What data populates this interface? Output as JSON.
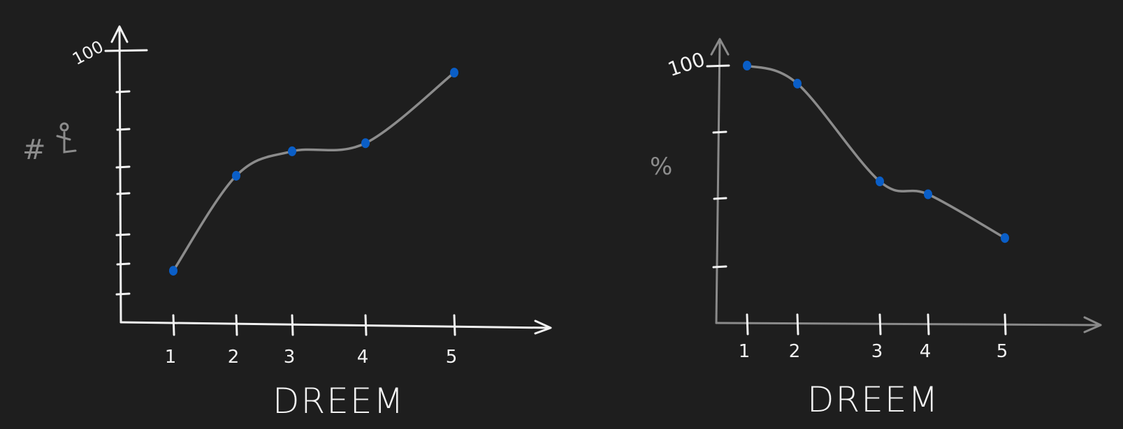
{
  "chart_data": [
    {
      "type": "line",
      "xlabel": "DREEM",
      "ylabel": "#",
      "ytop_label": "100",
      "categories": [
        "1",
        "2",
        "3",
        "4",
        "5"
      ],
      "ylim": [
        0,
        100
      ],
      "series": [
        {
          "values": [
            19,
            54,
            63,
            66,
            92
          ]
        }
      ],
      "grid": false,
      "colors": {
        "line": "#8c8c8c",
        "point": "#0a5ec7",
        "axis": "#f2f2f2",
        "background": "#1e1e1e"
      }
    },
    {
      "type": "line",
      "xlabel": "DREEM",
      "ylabel": "%",
      "ytop_label": "100",
      "categories": [
        "1",
        "2",
        "3",
        "4",
        "5"
      ],
      "ylim": [
        0,
        100
      ],
      "series": [
        {
          "values": [
            100,
            93,
            55,
            50,
            33
          ]
        }
      ],
      "grid": false,
      "colors": {
        "line": "#8c8c8c",
        "point": "#0a5ec7",
        "axis": "#8a8a8a",
        "background": "#1e1e1e"
      }
    }
  ]
}
